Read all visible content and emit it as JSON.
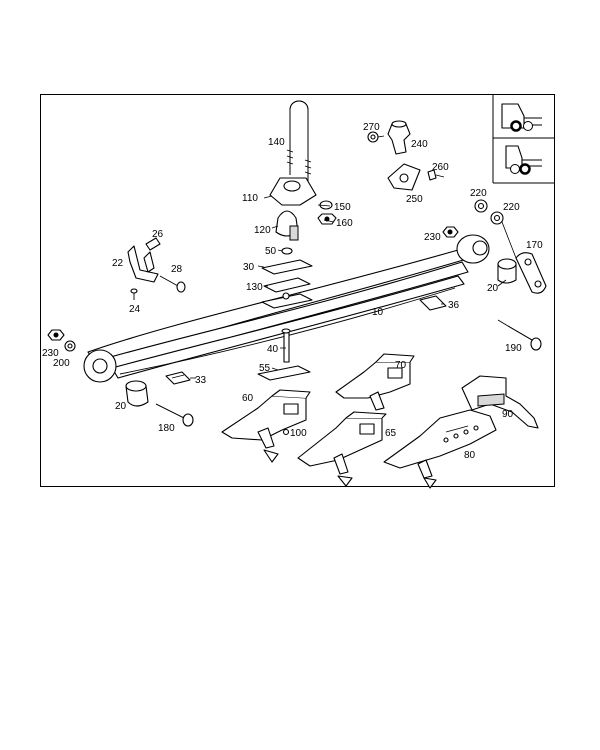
{
  "labels": {
    "p10": "10",
    "p20a": "20",
    "p20b": "20",
    "p22": "22",
    "p24": "24",
    "p26": "26",
    "p28": "28",
    "p30": "30",
    "p33": "33",
    "p36": "36",
    "p40": "40",
    "p50": "50",
    "p55": "55",
    "p60": "60",
    "p65": "65",
    "p70": "70",
    "p80": "80",
    "p90": "90",
    "p100": "100",
    "p110": "110",
    "p120": "120",
    "p130": "130",
    "p140": "140",
    "p150": "150",
    "p160": "160",
    "p170": "170",
    "p180": "180",
    "p190": "190",
    "p200": "200",
    "p220a": "220",
    "p220b": "220",
    "p230a": "230",
    "p230b": "230",
    "p240": "240",
    "p250": "250",
    "p260": "260",
    "p270": "270"
  },
  "icons": [
    "truck-front-axle-icon",
    "truck-rear-axle-icon"
  ]
}
